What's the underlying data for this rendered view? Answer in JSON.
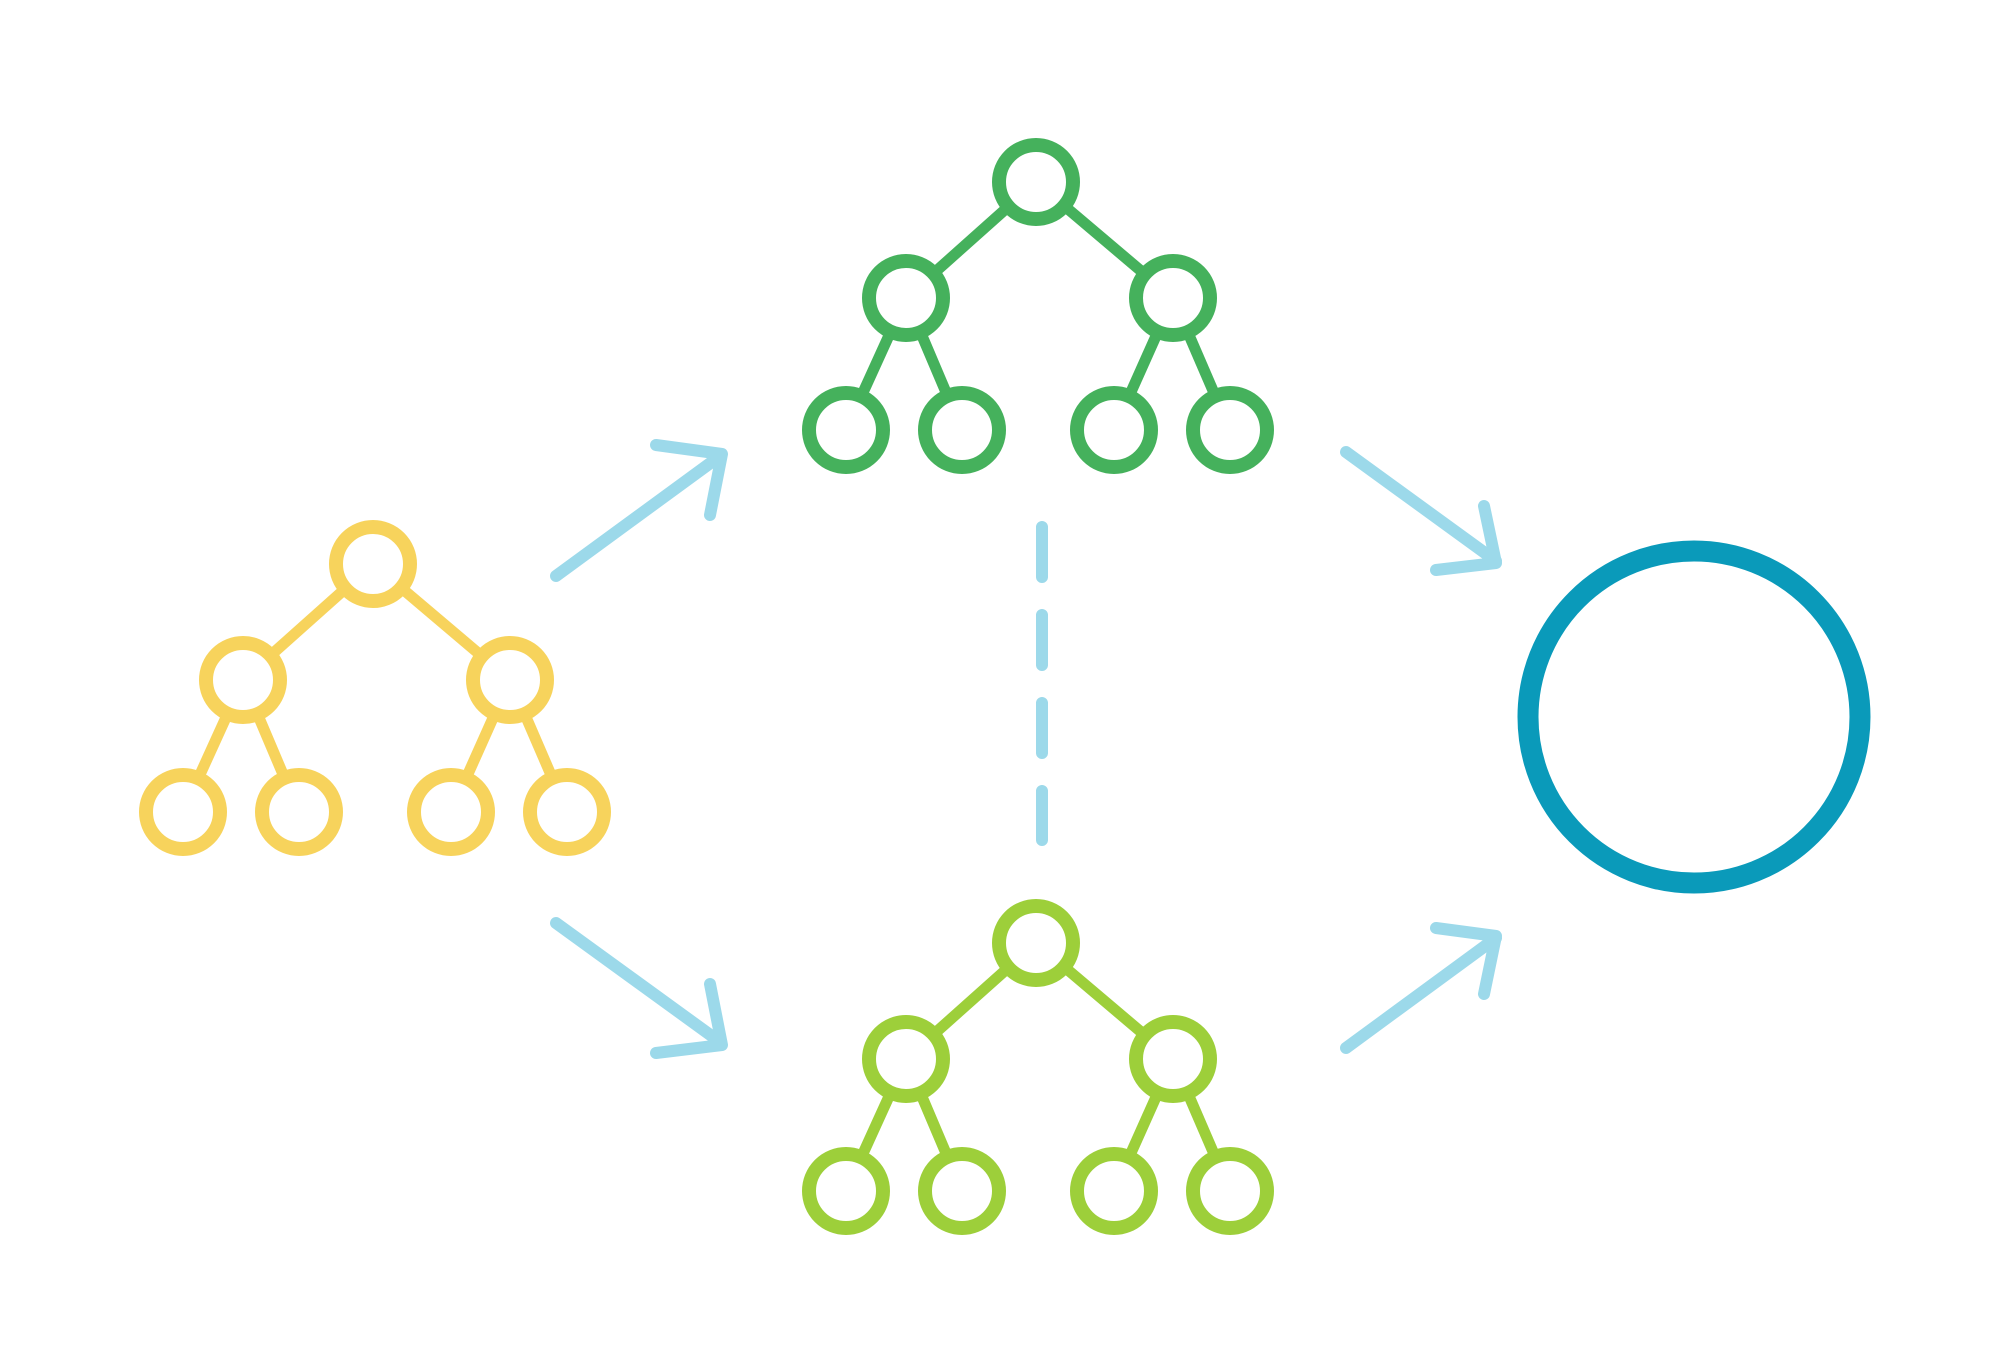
{
  "diagram": {
    "description_free": true,
    "colors": {
      "background": "#ffffff",
      "source_tree": "#f7d35c",
      "top_tree": "#45b15c",
      "bottom_tree": "#9dcf3a",
      "arrows": "#9cd9ea",
      "result_circle": "#0a9aba"
    },
    "trees": [
      {
        "id": "source",
        "color_key": "source_tree",
        "levels": 3,
        "branching": 2
      },
      {
        "id": "top",
        "color_key": "top_tree",
        "levels": 3,
        "branching": 2
      },
      {
        "id": "bottom",
        "color_key": "bottom_tree",
        "levels": 3,
        "branching": 2
      }
    ],
    "connectors": [
      {
        "from": "source",
        "to": "top",
        "style": "arrow"
      },
      {
        "from": "source",
        "to": "bottom",
        "style": "arrow"
      },
      {
        "from": "top",
        "to": "bottom",
        "style": "dashed-line"
      },
      {
        "from": "top",
        "to": "result",
        "style": "arrow"
      },
      {
        "from": "bottom",
        "to": "result",
        "style": "arrow"
      }
    ],
    "icons": [
      "tree-icon",
      "arrow-icon",
      "dashed-line-icon",
      "circle-icon"
    ]
  }
}
